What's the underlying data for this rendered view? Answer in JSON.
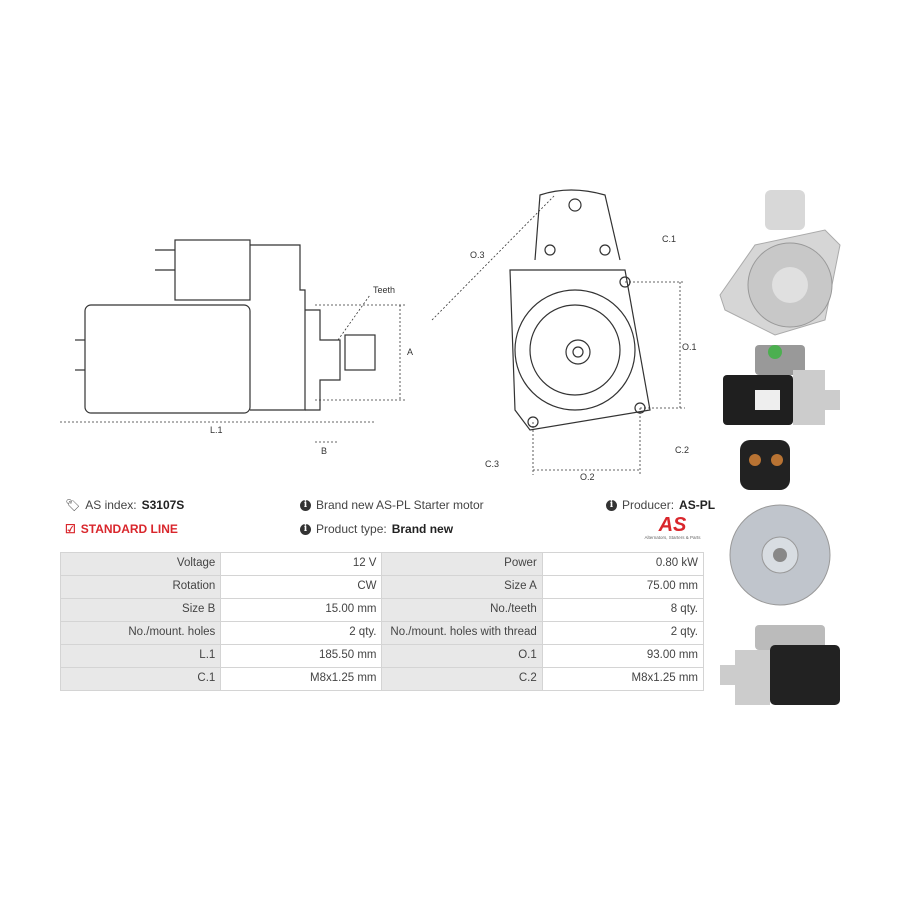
{
  "diagram": {
    "side_labels": {
      "teeth": "Teeth",
      "a": "A",
      "l1": "L.1",
      "b": "B"
    },
    "front_labels": {
      "o3": "O.3",
      "c1": "C.1",
      "o1": "O.1",
      "c3": "C.3",
      "o2": "O.2",
      "c2": "C.2"
    }
  },
  "info": {
    "as_index_label": "AS index:",
    "as_index_value": "S3107S",
    "line": "STANDARD LINE",
    "description": "Brand new AS-PL Starter motor",
    "product_type_label": "Product type:",
    "product_type_value": "Brand new",
    "producer_label": "Producer:",
    "producer_value": "AS-PL",
    "logo_text": "AS",
    "logo_tagline": "Alternators, Starters & Parts"
  },
  "specs": [
    {
      "l1": "Voltage",
      "v1": "12 V",
      "l2": "Power",
      "v2": "0.80 kW"
    },
    {
      "l1": "Rotation",
      "v1": "CW",
      "l2": "Size A",
      "v2": "75.00 mm"
    },
    {
      "l1": "Size B",
      "v1": "15.00 mm",
      "l2": "No./teeth",
      "v2": "8 qty."
    },
    {
      "l1": "No./mount. holes",
      "v1": "2 qty.",
      "l2": "No./mount. holes with thread",
      "v2": "2 qty."
    },
    {
      "l1": "L.1",
      "v1": "185.50 mm",
      "l2": "O.1",
      "v2": "93.00 mm"
    },
    {
      "l1": "C.1",
      "v1": "M8x1.25 mm",
      "l2": "C.2",
      "v2": "M8x1.25 mm"
    }
  ],
  "colors": {
    "accent": "#d9262c",
    "label_bg": "#e8e8e8",
    "border": "#d4d4d4"
  }
}
